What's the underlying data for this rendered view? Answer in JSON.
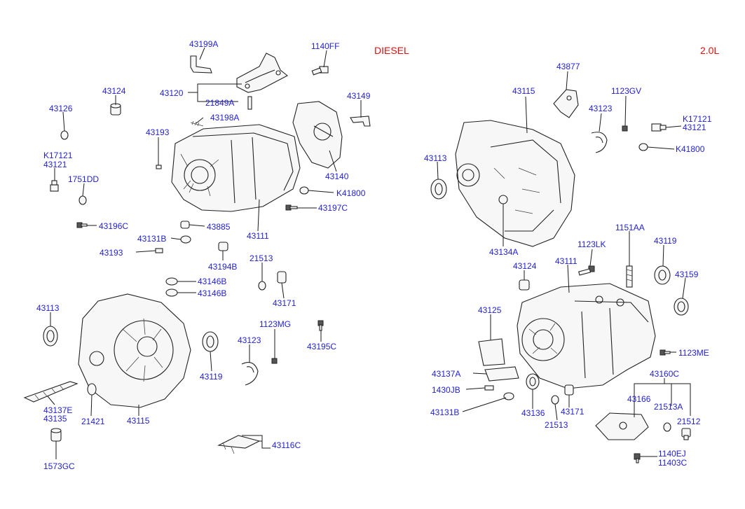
{
  "headers": {
    "left": "DIESEL",
    "right": "2.0L"
  },
  "left_labels": {
    "p43199A": "43199A",
    "p1140FF": "1140FF",
    "p43120": "43120",
    "p43124": "43124",
    "p43149": "43149",
    "p21849A": "21849A",
    "p43126": "43126",
    "p43198A": "43198A",
    "p43193a": "43193",
    "p43140": "43140",
    "pK17121": "K17121",
    "p43121": "43121",
    "p1751DD": "1751DD",
    "pK41800": "K41800",
    "p43197C": "43197C",
    "p43196C": "43196C",
    "p43885": "43885",
    "p43111": "43111",
    "p43131B": "43131B",
    "p43193b": "43193",
    "p43194B": "43194B",
    "p21513": "21513",
    "p43146B1": "43146B",
    "p43146B2": "43146B",
    "p43171": "43171",
    "p43113": "43113",
    "p1123MG": "1123MG",
    "p43195C": "43195C",
    "p43123": "43123",
    "p43119": "43119",
    "p43137E": "43137E",
    "p43135": "43135",
    "p21421": "21421",
    "p43115": "43115",
    "p43116C": "43116C",
    "p1573GC": "1573GC"
  },
  "right_labels": {
    "p43877": "43877",
    "p43115": "43115",
    "p1123GV": "1123GV",
    "p43123": "43123",
    "pK17121": "K17121",
    "p43121": "43121",
    "pK41800": "K41800",
    "p43113": "43113",
    "p43134A": "43134A",
    "p1151AA": "1151AA",
    "p1123LK": "1123LK",
    "p43119": "43119",
    "p43124": "43124",
    "p43111": "43111",
    "p43159": "43159",
    "p43125": "43125",
    "p1123ME": "1123ME",
    "p43137A": "43137A",
    "p43160C": "43160C",
    "p1430JB": "1430JB",
    "p43166": "43166",
    "p21513A": "21513A",
    "p43131B": "43131B",
    "p43136": "43136",
    "p43171": "43171",
    "p21512": "21512",
    "p21513": "21513",
    "p1140EJ": "1140EJ",
    "p11403C": "11403C"
  }
}
